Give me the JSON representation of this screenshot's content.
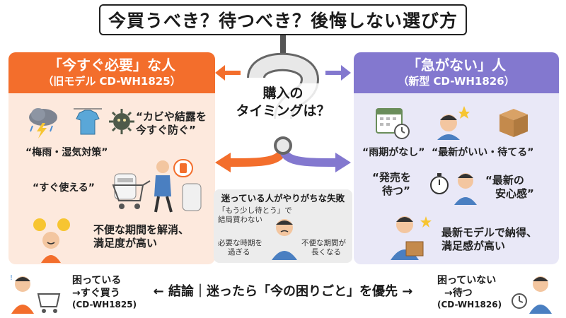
{
  "title": "今買うべき？待つべき？後悔しない選び方",
  "center": {
    "line1": "購入の",
    "line2": "タイミングは？"
  },
  "left": {
    "heading": "「今すぐ必要」な人",
    "subheading": "（旧モデル CD-WH1825）",
    "points": {
      "mold_l1": "“カビや結露を",
      "mold_l2": "今すぐ防ぐ”",
      "rainy": "“梅雨・湿気対策”",
      "ready": "“すぐ使える”",
      "resolve_l1": "不便な期間を解消、",
      "resolve_l2": "満足度が高い"
    }
  },
  "right": {
    "heading": "「急がない」人",
    "subheading": "（新型 CD-WH1826）",
    "points": {
      "no_deadline": "“雨期がなし”",
      "latest_ok": "“最新がいい・待てる”",
      "wait_l1": "“発売を",
      "wait_l2": "待つ”",
      "peace_l1": "“最新の",
      "peace_l2": "安心感”",
      "satisfied_l1": "最新モデルで納得、",
      "satisfied_l2": "満足感が高い"
    }
  },
  "mistakes": {
    "title": "迷っている人がやりがちな失敗",
    "m1_l1": "「もう少し待とう」で",
    "m1_l2": "結局買わない",
    "m2_l1": "必要な時期を",
    "m2_l2": "過ぎる",
    "m3_l1": "不便な期間が",
    "m3_l2": "長くなる"
  },
  "footer": {
    "left_l1": "困っている",
    "left_l2": "→すぐ買う",
    "left_l3": "(CD-WH1825)",
    "conclusion": "←  結論｜迷ったら「今の困りごと」を優先  →",
    "right_l1": "困っていない",
    "right_l2": "→待つ",
    "right_l3": "(CD-WH1826)"
  },
  "colors": {
    "orange": "#f36e2c",
    "purple": "#8378cf",
    "left_bg": "#fde9dd",
    "right_bg": "#e9e8f7"
  }
}
